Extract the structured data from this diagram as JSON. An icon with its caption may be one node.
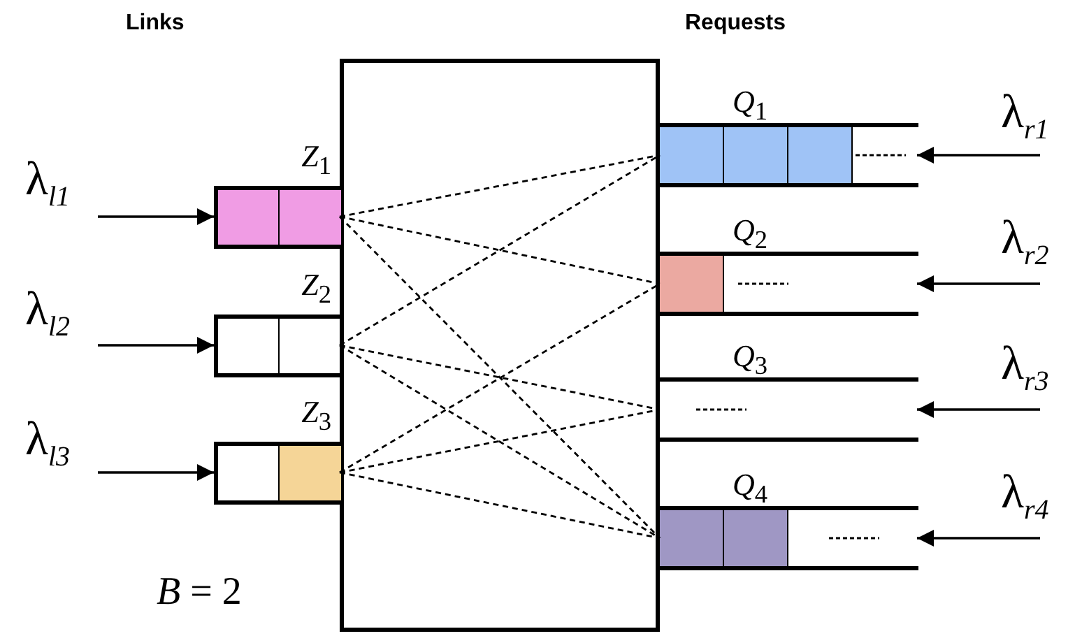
{
  "diagram": {
    "nodes": [
      {
        "text": [
          "*Z*$_{1}$"
        ]
      },
      {
        "text": [
          "*Z*$_{2}$"
        ]
      },
      {
        "text": [
          "*Z*$_{3}$"
        ]
      },
      {
        "text": [
          "*Q*$_{1}$"
        ]
      },
      {
        "text": [
          "*Q*$_{2}$"
        ]
      },
      {
        "text": [
          "*Q*$_{3}$"
        ]
      },
      {
        "text": [
          "*Q*$_{4}$"
        ]
      },
      {
        "text": [
          "λ$_{l1}$"
        ]
      },
      {
        "text": [
          "λ$_{l2}$"
        ]
      },
      {
        "text": [
          "λ$_{l3}$"
        ]
      },
      {
        "text": [
          "λ$_{r1}$"
        ]
      },
      {
        "text": [
          "λ$_{r2}$"
        ]
      },
      {
        "text": [
          "λ$_{r3}$"
        ]
      },
      {
        "text": [
          "λ$_{r4}$"
        ]
      }
    ],
    "edges": [
      {
        "from": 7,
        "to": 0,
        "arrow": "to"
      },
      {
        "from": 8,
        "to": 1,
        "arrow": "to"
      },
      {
        "from": 9,
        "to": 2,
        "arrow": "to"
      },
      {
        "from": 10,
        "to": 3,
        "arrow": "to"
      },
      {
        "from": 11,
        "to": 4,
        "arrow": "to"
      },
      {
        "from": 12,
        "to": 5,
        "arrow": "to"
      },
      {
        "from": 13,
        "to": 6,
        "arrow": "to"
      },
      {
        "from": 0,
        "to": 3,
        "arrow": "none",
        "style": "dashed"
      },
      {
        "from": 0,
        "to": 4,
        "arrow": "none",
        "style": "dashed"
      },
      {
        "from": 0,
        "to": 6,
        "arrow": "none",
        "style": "dashed"
      },
      {
        "from": 1,
        "to": 3,
        "arrow": "none",
        "style": "dashed"
      },
      {
        "from": 1,
        "to": 5,
        "arrow": "none",
        "style": "dashed"
      },
      {
        "from": 1,
        "to": 6,
        "arrow": "none",
        "style": "dashed"
      },
      {
        "from": 2,
        "to": 4,
        "arrow": "none",
        "style": "dashed"
      },
      {
        "from": 2,
        "to": 5,
        "arrow": "none",
        "style": "dashed"
      },
      {
        "from": 2,
        "to": 6,
        "arrow": "none",
        "style": "dashed"
      }
    ],
    "labels": [
      "Links",
      "Requests",
      "*B* = 2"
    ]
  }
}
